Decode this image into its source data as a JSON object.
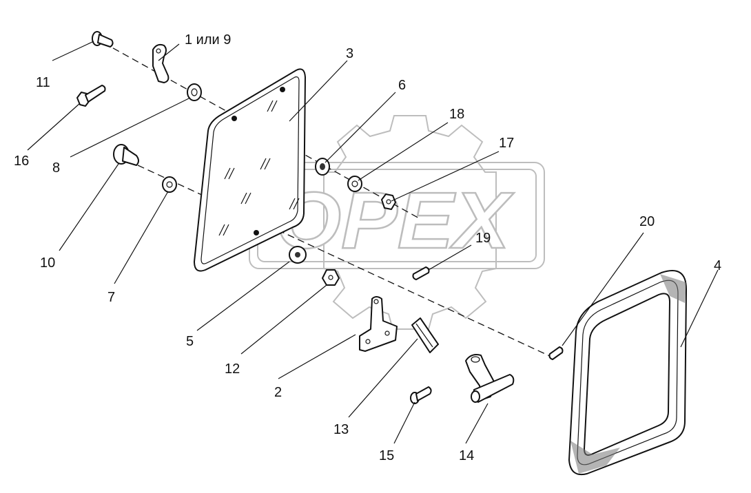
{
  "watermark": {
    "text": "OPEX"
  },
  "labels": {
    "l1": "1 или 9",
    "l2": "2",
    "l3": "3",
    "l4": "4",
    "l5": "5",
    "l6": "6",
    "l7": "7",
    "l8": "8",
    "l10": "10",
    "l11": "11",
    "l12": "12",
    "l13": "13",
    "l14": "14",
    "l15": "15",
    "l16": "16",
    "l17": "17",
    "l18": "18",
    "l19": "19",
    "l20": "20"
  }
}
